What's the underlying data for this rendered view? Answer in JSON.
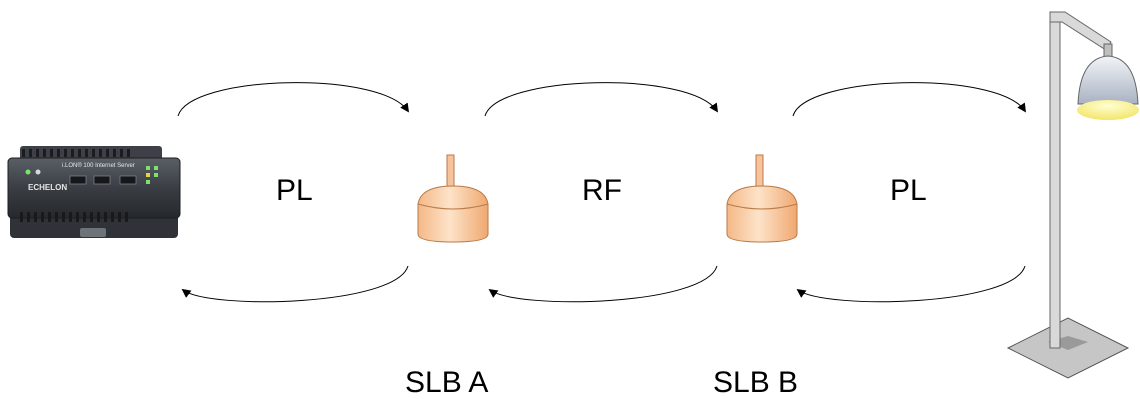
{
  "device": {
    "brand": "ECHELON",
    "model_line": "i.LON® 100 Internet Server"
  },
  "links": [
    {
      "label": "PL"
    },
    {
      "label": "RF"
    },
    {
      "label": "PL"
    }
  ],
  "bridges": [
    {
      "label": "SLB A"
    },
    {
      "label": "SLB B"
    }
  ],
  "colors": {
    "bridge_body": "#f9c9a0",
    "bridge_outline": "#b87a48",
    "pole": "#d9d9d9",
    "lamp_glow": "#fff7a0"
  }
}
